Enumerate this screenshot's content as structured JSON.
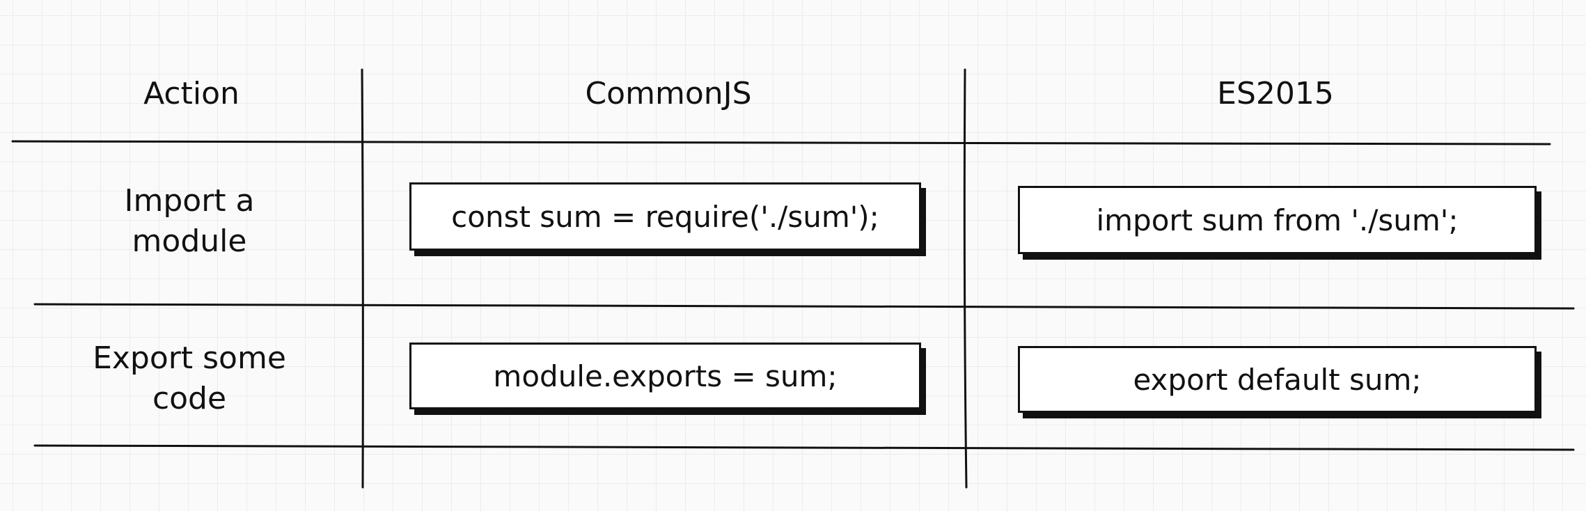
{
  "table": {
    "headers": {
      "action": "Action",
      "commonjs": "CommonJS",
      "es2015": "ES2015"
    },
    "rows": [
      {
        "label": "Import a module",
        "commonjs": "const sum = require('./sum');",
        "es2015": "import sum from './sum';"
      },
      {
        "label": "Export some code",
        "commonjs": "module.exports = sum;",
        "es2015": "export default sum;"
      }
    ]
  }
}
